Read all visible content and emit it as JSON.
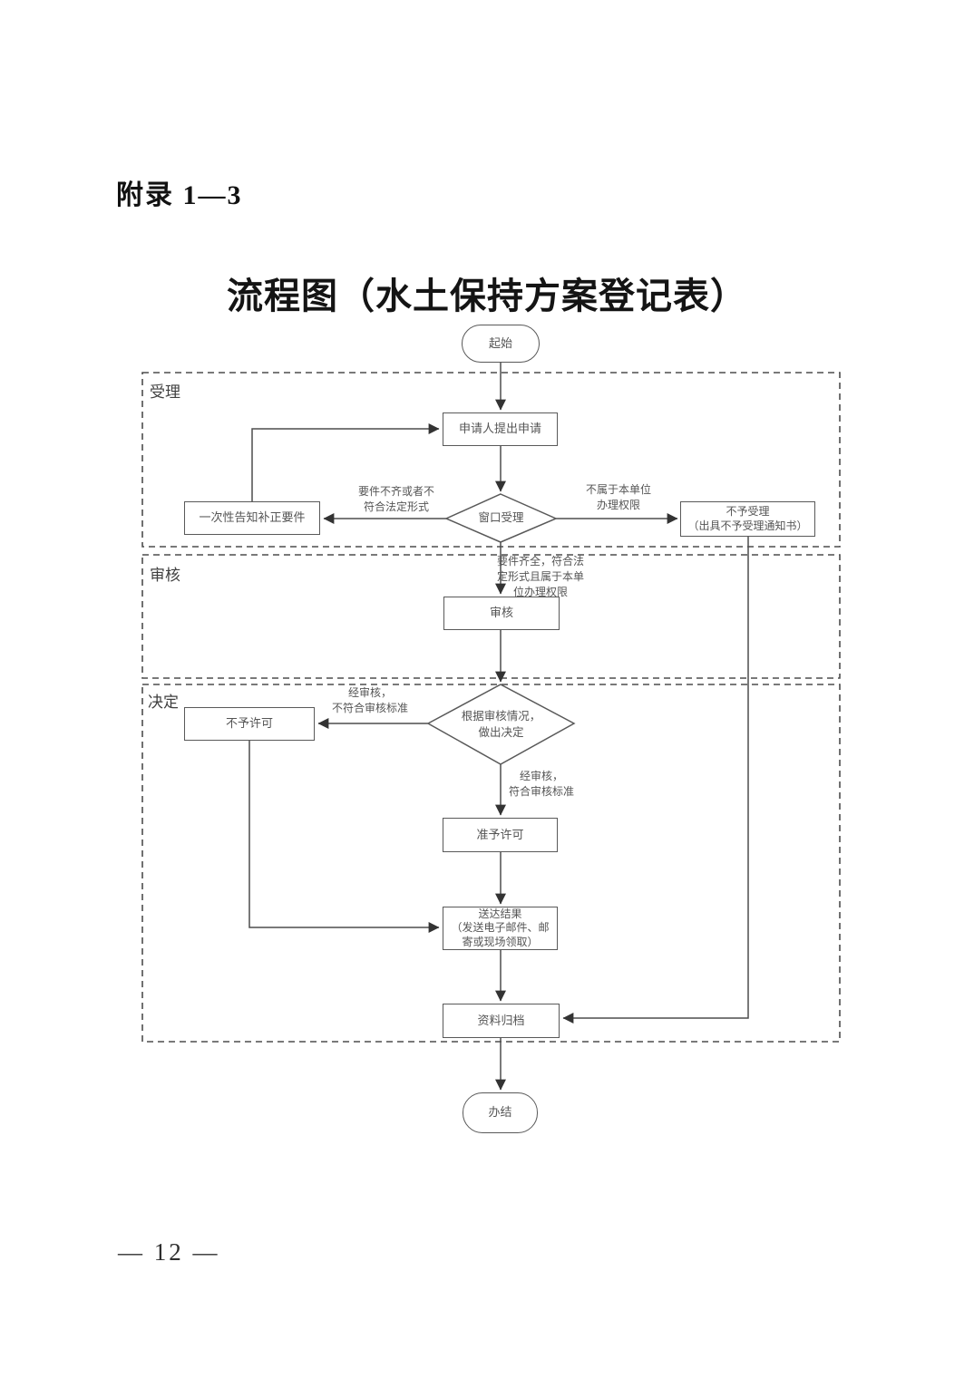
{
  "page": {
    "appendix": "附录 1—3",
    "title": "流程图（水土保持方案登记表）",
    "page_number": "— 12 —"
  },
  "flowchart": {
    "start_label": "起始",
    "end_label": "办结",
    "sections": {
      "accept": "受理",
      "review": "审核",
      "decide": "决定"
    },
    "nodes": {
      "apply": "申请人提出申请",
      "window_review": "窗口受理",
      "notify_correction": "一次性告知补正要件",
      "reject": "不予受理\n（出具不予受理通知书）",
      "review": "审核",
      "decision": "根据审核情况，\n做出决定",
      "deny": "不予许可",
      "grant": "准予许可",
      "deliver": "送达结果\n（发送电子邮件、邮\n寄或现场领取）",
      "archive": "资料归档"
    },
    "edge_labels": {
      "incomplete": "要件不齐或者不\n符合法定形式",
      "not_authority": "不属于本单位\n办理权限",
      "complete": "要件齐全，符合法\n定形式且属于本单\n位办理权限",
      "fail_review": "经审核，\n不符合审核标准",
      "pass_review": "经审核，\n符合审核标准"
    },
    "colors": {
      "line": "#4d4d4d",
      "node_border": "#595959",
      "text": "#555555"
    }
  }
}
